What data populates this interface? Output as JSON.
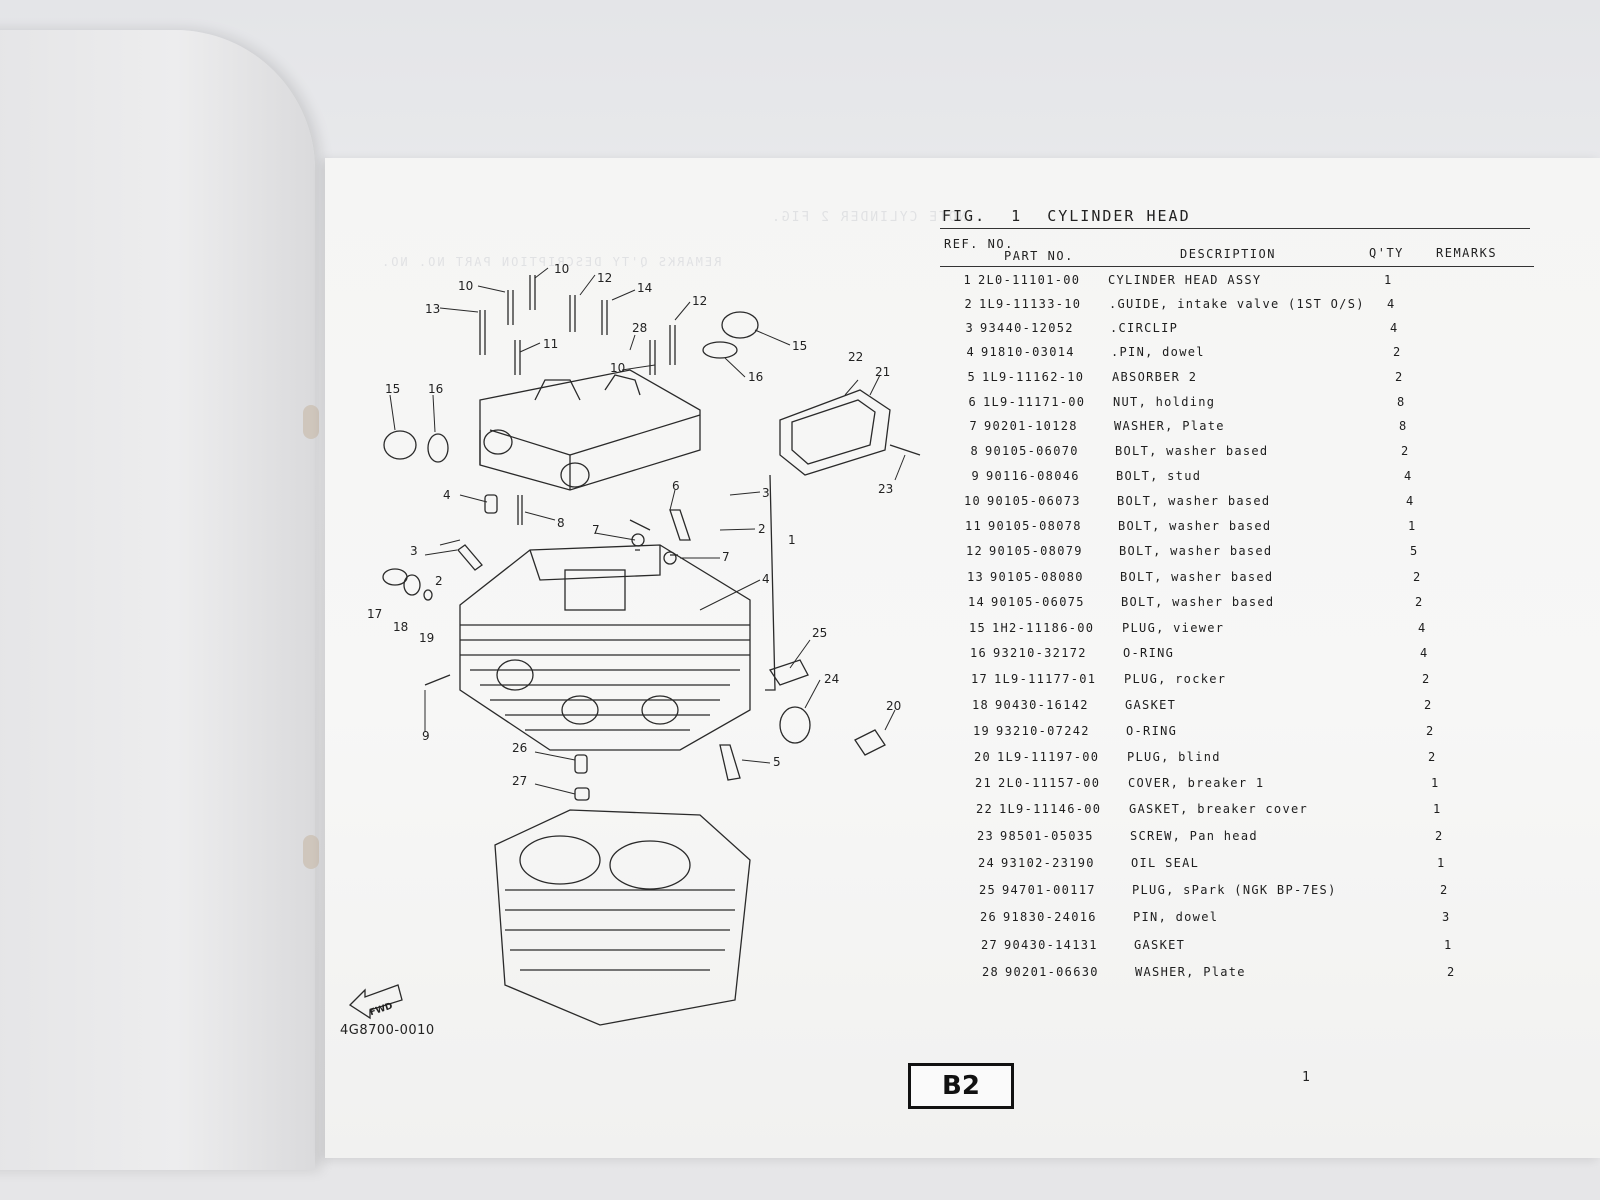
{
  "figure": {
    "prefix": "FIG.",
    "number": "1",
    "title": "CYLINDER HEAD"
  },
  "table": {
    "headers": {
      "ref": "REF. NO.",
      "part_no": "PART NO.",
      "description": "DESCRIPTION",
      "qty": "Q'TY",
      "remarks": "REMARKS"
    },
    "rows": [
      {
        "ref": "1",
        "part": "2L0-11101-00",
        "desc": "CYLINDER HEAD ASSY",
        "qty": "1"
      },
      {
        "ref": "2",
        "part": "1L9-11133-10",
        "desc": ".GUIDE, intake valve (1ST O/S)",
        "qty": "4"
      },
      {
        "ref": "3",
        "part": "93440-12052",
        "desc": ".CIRCLIP",
        "qty": "4"
      },
      {
        "ref": "4",
        "part": "91810-03014",
        "desc": ".PIN, dowel",
        "qty": "2"
      },
      {
        "ref": "5",
        "part": "1L9-11162-10",
        "desc": "ABSORBER 2",
        "qty": "2"
      },
      {
        "ref": "6",
        "part": "1L9-11171-00",
        "desc": "NUT, holding",
        "qty": "8"
      },
      {
        "ref": "7",
        "part": "90201-10128",
        "desc": "WASHER, Plate",
        "qty": "8"
      },
      {
        "ref": "8",
        "part": "90105-06070",
        "desc": "BOLT, washer based",
        "qty": "2"
      },
      {
        "ref": "9",
        "part": "90116-08046",
        "desc": "BOLT, stud",
        "qty": "4"
      },
      {
        "ref": "10",
        "part": "90105-06073",
        "desc": "BOLT, washer based",
        "qty": "4"
      },
      {
        "ref": "11",
        "part": "90105-08078",
        "desc": "BOLT, washer based",
        "qty": "1"
      },
      {
        "ref": "12",
        "part": "90105-08079",
        "desc": "BOLT, washer based",
        "qty": "5"
      },
      {
        "ref": "13",
        "part": "90105-08080",
        "desc": "BOLT, washer based",
        "qty": "2"
      },
      {
        "ref": "14",
        "part": "90105-06075",
        "desc": "BOLT, washer based",
        "qty": "2"
      },
      {
        "ref": "15",
        "part": "1H2-11186-00",
        "desc": "PLUG, viewer",
        "qty": "4"
      },
      {
        "ref": "16",
        "part": "93210-32172",
        "desc": "O-RING",
        "qty": "4"
      },
      {
        "ref": "17",
        "part": "1L9-11177-01",
        "desc": "PLUG, rocker",
        "qty": "2"
      },
      {
        "ref": "18",
        "part": "90430-16142",
        "desc": "GASKET",
        "qty": "2"
      },
      {
        "ref": "19",
        "part": "93210-07242",
        "desc": "O-RING",
        "qty": "2"
      },
      {
        "ref": "20",
        "part": "1L9-11197-00",
        "desc": "PLUG, blind",
        "qty": "2"
      },
      {
        "ref": "21",
        "part": "2L0-11157-00",
        "desc": "COVER, breaker 1",
        "qty": "1"
      },
      {
        "ref": "22",
        "part": "1L9-11146-00",
        "desc": "GASKET, breaker cover",
        "qty": "1"
      },
      {
        "ref": "23",
        "part": "98501-05035",
        "desc": "SCREW, Pan head",
        "qty": "2"
      },
      {
        "ref": "24",
        "part": "93102-23190",
        "desc": "OIL SEAL",
        "qty": "1"
      },
      {
        "ref": "25",
        "part": "94701-00117",
        "desc": "PLUG, sPark (NGK BP-7ES)",
        "qty": "2"
      },
      {
        "ref": "26",
        "part": "91830-24016",
        "desc": "PIN, dowel",
        "qty": "3"
      },
      {
        "ref": "27",
        "part": "90430-14131",
        "desc": "GASKET",
        "qty": "1"
      },
      {
        "ref": "28",
        "part": "90201-06630",
        "desc": "WASHER, Plate",
        "qty": "2"
      }
    ]
  },
  "diagram": {
    "callouts": [
      "1",
      "2",
      "3",
      "4",
      "5",
      "6",
      "7",
      "8",
      "9",
      "10",
      "11",
      "12",
      "13",
      "14",
      "15",
      "16",
      "17",
      "18",
      "19",
      "20",
      "21",
      "22",
      "23",
      "24",
      "25",
      "26",
      "27",
      "28"
    ],
    "fwd_label": "FWD",
    "illustration_code": "4G8700-0010"
  },
  "footer": {
    "page_tag": "B2",
    "page_number": "1"
  }
}
